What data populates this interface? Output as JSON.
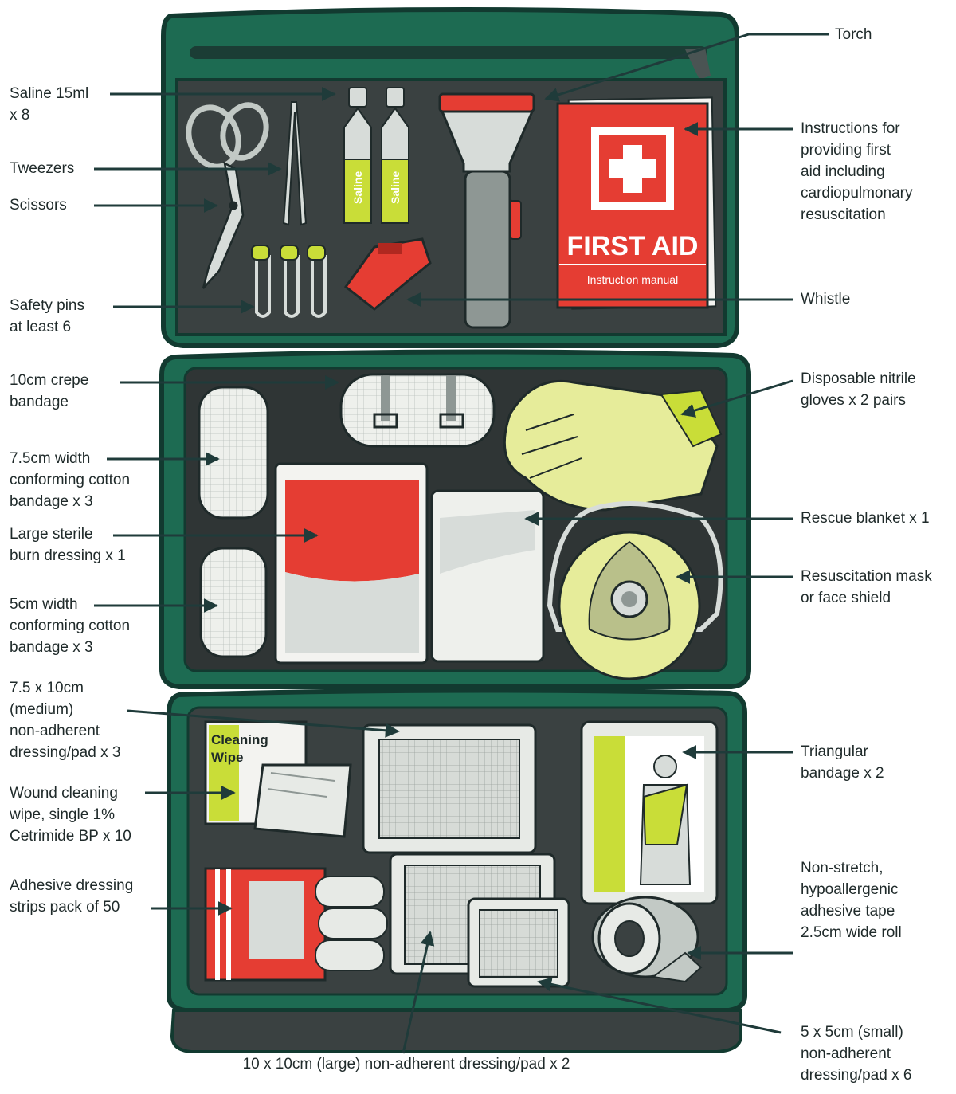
{
  "colors": {
    "bag_green": "#1d6b52",
    "bag_outline": "#123a30",
    "panel_dark": "#3a4141",
    "panel_inner": "#2f3535",
    "accent_red": "#e53d33",
    "accent_lime": "#c9dd38",
    "leader_line": "#1f3b3a",
    "label_text": "#1f2a2a"
  },
  "manual": {
    "title": "FIRST AID",
    "subtitle": "Instruction manual"
  },
  "item_text": {
    "saline_vial": "Saline",
    "wipe_title": "Cleaning\nWipe"
  },
  "labels": {
    "torch": "Torch",
    "saline": "Saline 15ml\nx 8",
    "tweezers": "Tweezers",
    "scissors": "Scissors",
    "safety_pins": "Safety pins\nat least 6",
    "instructions": "Instructions for\nproviding first\naid including\ncardiopulmonary\nresuscitation",
    "whistle": "Whistle",
    "crepe_bandage": "10cm crepe\nbandage",
    "nitrile_gloves": "Disposable nitrile\ngloves x 2 pairs",
    "cotton_bandage_75": "7.5cm width\nconforming cotton\nbandage x 3",
    "burn_dressing": "Large sterile\nburn dressing x 1",
    "rescue_blanket": "Rescue blanket x 1",
    "cotton_bandage_5": "5cm width\nconforming cotton\nbandage x 3",
    "resus_mask": "Resuscitation mask\nor face shield",
    "medium_pad": "7.5 x 10cm\n(medium)\nnon-adherent\ndressing/pad x 3",
    "triangular_bandage": "Triangular\nbandage x 2",
    "cleaning_wipe": "Wound cleaning\nwipe, single 1%\nCetrimide BP x 10",
    "adhesive_strips": "Adhesive dressing\nstrips pack of 50",
    "adhesive_tape": "Non-stretch,\nhypoallergenic\nadhesive tape\n2.5cm wide roll",
    "small_pad": "5 x 5cm (small)\nnon-adherent\ndressing/pad x 6",
    "large_pad": "10 x 10cm (large) non-adherent dressing/pad x 2"
  }
}
